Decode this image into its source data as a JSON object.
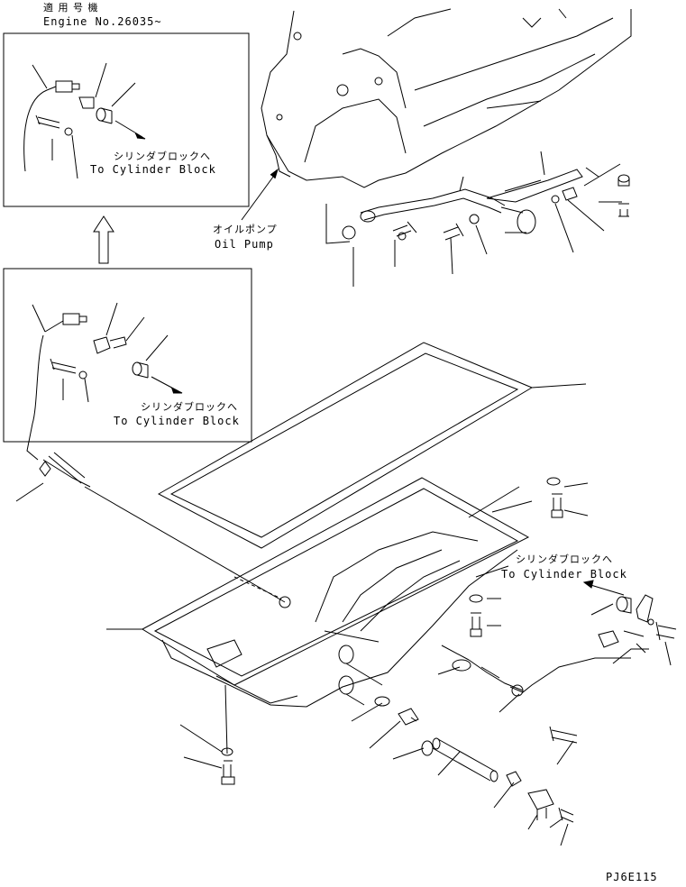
{
  "applicability": {
    "jp": "適 用 号 機",
    "engine": "Engine No.26035~"
  },
  "inset_top": {
    "dest_jp": "シリンダブロックへ",
    "dest_en": "To Cylinder Block"
  },
  "inset_bottom": {
    "dest_jp": "シリンダブロックへ",
    "dest_en": "To Cylinder Block"
  },
  "oil_pump": {
    "jp": "オイルポンプ",
    "en": "Oil Pump"
  },
  "main_sensor": {
    "dest_jp": "シリンダブロックへ",
    "dest_en": "To Cylinder Block"
  },
  "drawing_code": "PJ6E115"
}
